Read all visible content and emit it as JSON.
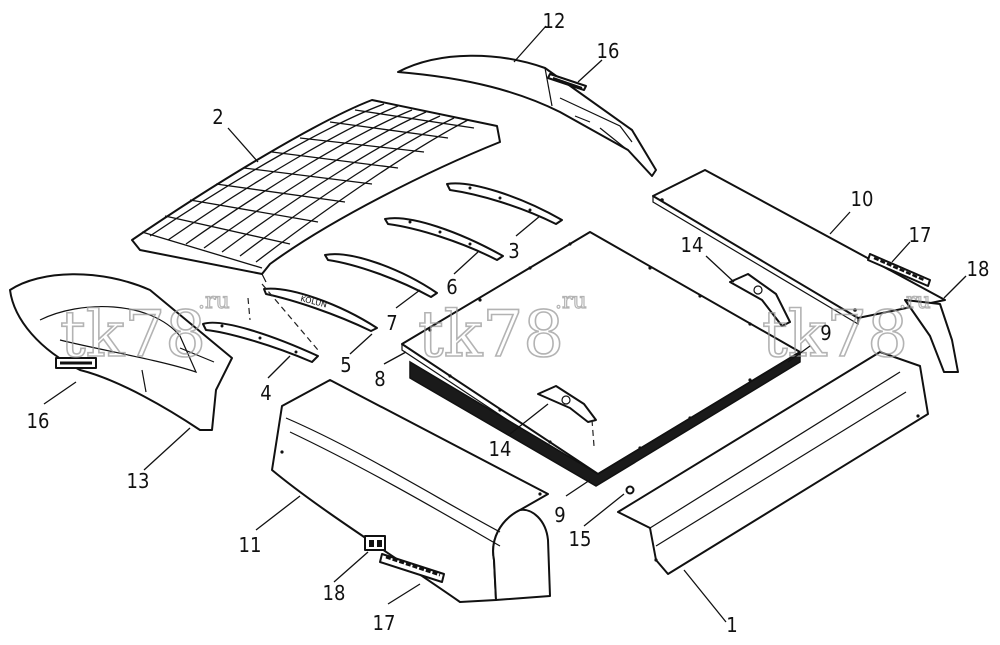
{
  "diagram": {
    "callouts": [
      {
        "id": "callout-1",
        "label": "1"
      },
      {
        "id": "callout-2",
        "label": "2"
      },
      {
        "id": "callout-3",
        "label": "3"
      },
      {
        "id": "callout-4",
        "label": "4"
      },
      {
        "id": "callout-5",
        "label": "5"
      },
      {
        "id": "callout-6",
        "label": "6"
      },
      {
        "id": "callout-7",
        "label": "7"
      },
      {
        "id": "callout-8",
        "label": "8"
      },
      {
        "id": "callout-9a",
        "label": "9"
      },
      {
        "id": "callout-9b",
        "label": "9"
      },
      {
        "id": "callout-10",
        "label": "10"
      },
      {
        "id": "callout-11",
        "label": "11"
      },
      {
        "id": "callout-12",
        "label": "12"
      },
      {
        "id": "callout-13",
        "label": "13"
      },
      {
        "id": "callout-14a",
        "label": "14"
      },
      {
        "id": "callout-14b",
        "label": "14"
      },
      {
        "id": "callout-15",
        "label": "15"
      },
      {
        "id": "callout-16a",
        "label": "16"
      },
      {
        "id": "callout-16b",
        "label": "16"
      },
      {
        "id": "callout-17a",
        "label": "17"
      },
      {
        "id": "callout-17b",
        "label": "17"
      },
      {
        "id": "callout-18a",
        "label": "18"
      },
      {
        "id": "callout-18b",
        "label": "18"
      }
    ],
    "watermark": {
      "main": "tk78",
      "suffix": ".ru"
    },
    "part_text": {
      "slat_logo": "KOLUN"
    }
  }
}
